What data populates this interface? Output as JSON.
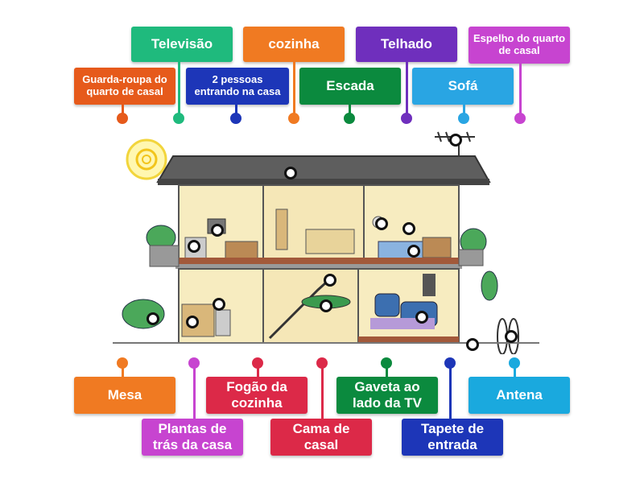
{
  "colors": {
    "orange": "#f07a22",
    "green": "#1fba7d",
    "red": "#d4242a",
    "blue": "#1d36b8",
    "darkgreen": "#0b8a3e",
    "purple": "#6f2fbd",
    "skyblue": "#29a5e3",
    "magenta": "#c744d0",
    "crimson": "#dc2948",
    "teal": "#1aa9de"
  },
  "labels": {
    "televisao": "Televisão",
    "cozinha": "cozinha",
    "telhado": "Telhado",
    "espelho": "Espelho do quarto de casal",
    "guarda_roupa": "Guarda-roupa do quarto de casal",
    "pessoas": "2 pessoas entrando na casa",
    "escada": "Escada",
    "sofa": "Sofá",
    "mesa": "Mesa",
    "plantas": "Plantas de trás da casa",
    "fogao": "Fogão da cozinha",
    "cama": "Cama de casal",
    "gaveta": "Gaveta ao lado da TV",
    "tapete": "Tapete de entrada",
    "antena": "Antena"
  }
}
